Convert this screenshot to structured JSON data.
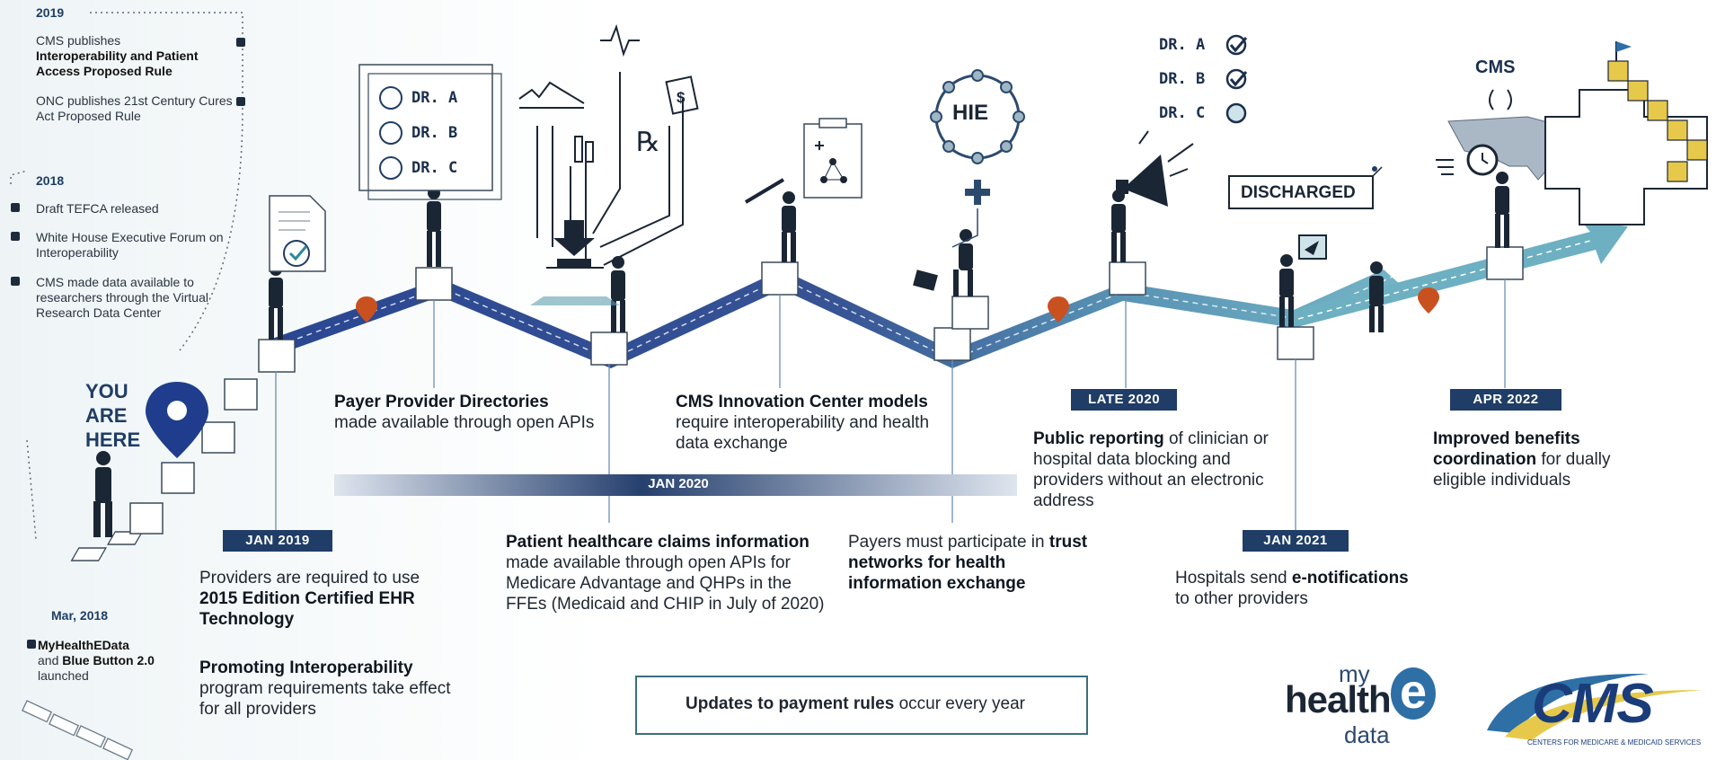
{
  "sidebar": {
    "y2019": "2019",
    "item_2019_a_pre": "CMS publishes",
    "item_2019_a_bold": "Interoperability and Patient Access Proposed Rule",
    "item_2019_b": "ONC publishes 21st Century Cures Act Proposed Rule",
    "y2018": "2018",
    "item_2018_a": "Draft TEFCA released",
    "item_2018_b": "White House Executive Forum on Interoperability",
    "item_2018_c": "CMS made data available to researchers through the Virtual Research Data Center",
    "ymar2018": "Mar, 2018",
    "mar_bold1": "MyHealthEData",
    "mar_and": "and",
    "mar_bold2": "Blue Button 2.0",
    "mar_tail": "launched"
  },
  "you_are_here": [
    "YOU",
    "ARE",
    "HERE"
  ],
  "dates": {
    "jan2019": "JAN 2019",
    "jan2020": "JAN 2020",
    "late2020": "LATE 2020",
    "jan2021": "JAN 2021",
    "apr2022": "APR 2022"
  },
  "milestones": {
    "jan2019_p1_pre": "Providers are required to use",
    "jan2019_p1_bold": "2015 Edition Certified EHR Technology",
    "jan2019_p2_bold": "Promoting Interoperability",
    "jan2019_p2_tail": "program requirements take effect for all providers",
    "payer_bold": "Payer Provider Directories",
    "payer_tail": "made available through open APIs",
    "claims_bold": "Patient healthcare claims information",
    "claims_tail": "made available through open APIs for Medicare Advantage and QHPs in the FFEs (Medicaid and CHIP in July of 2020)",
    "innov_bold": "CMS Innovation Center models",
    "innov_tail": "require interoperability and health data exchange",
    "trust_pre": "Payers must participate in",
    "trust_bold": "trust networks for health information exchange",
    "public_bold": "Public reporting",
    "public_tail": "of clinician or hospital data blocking and providers without an electronic address",
    "hosp_pre": "Hospitals send",
    "hosp_bold": "e-notifications",
    "hosp_tail": "to other providers",
    "benefit_bold": "Improved benefits coordination",
    "benefit_tail": "for dually eligible individuals"
  },
  "icons": {
    "dr_list": [
      "DR. A",
      "DR. B",
      "DR. C"
    ],
    "hie": "HIE",
    "dr_check": [
      "DR. A",
      "DR. B",
      "DR. C"
    ],
    "discharged": "DISCHARGED",
    "cms_small": "CMS"
  },
  "legend": {
    "bold": "Updates to payment rules",
    "tail": "occur every year"
  },
  "logos": {
    "mhe_my": "my",
    "mhe_health": "health",
    "mhe_e": "e",
    "mhe_data": "data",
    "cms": "CMS",
    "cms_sub": "CENTERS FOR MEDICARE & MEDICAID SERVICES"
  },
  "colors": {
    "navy": "#1f3d66",
    "accent": "#2e6fa6",
    "pin": "#c9501f",
    "teal": "#5f9fae"
  }
}
